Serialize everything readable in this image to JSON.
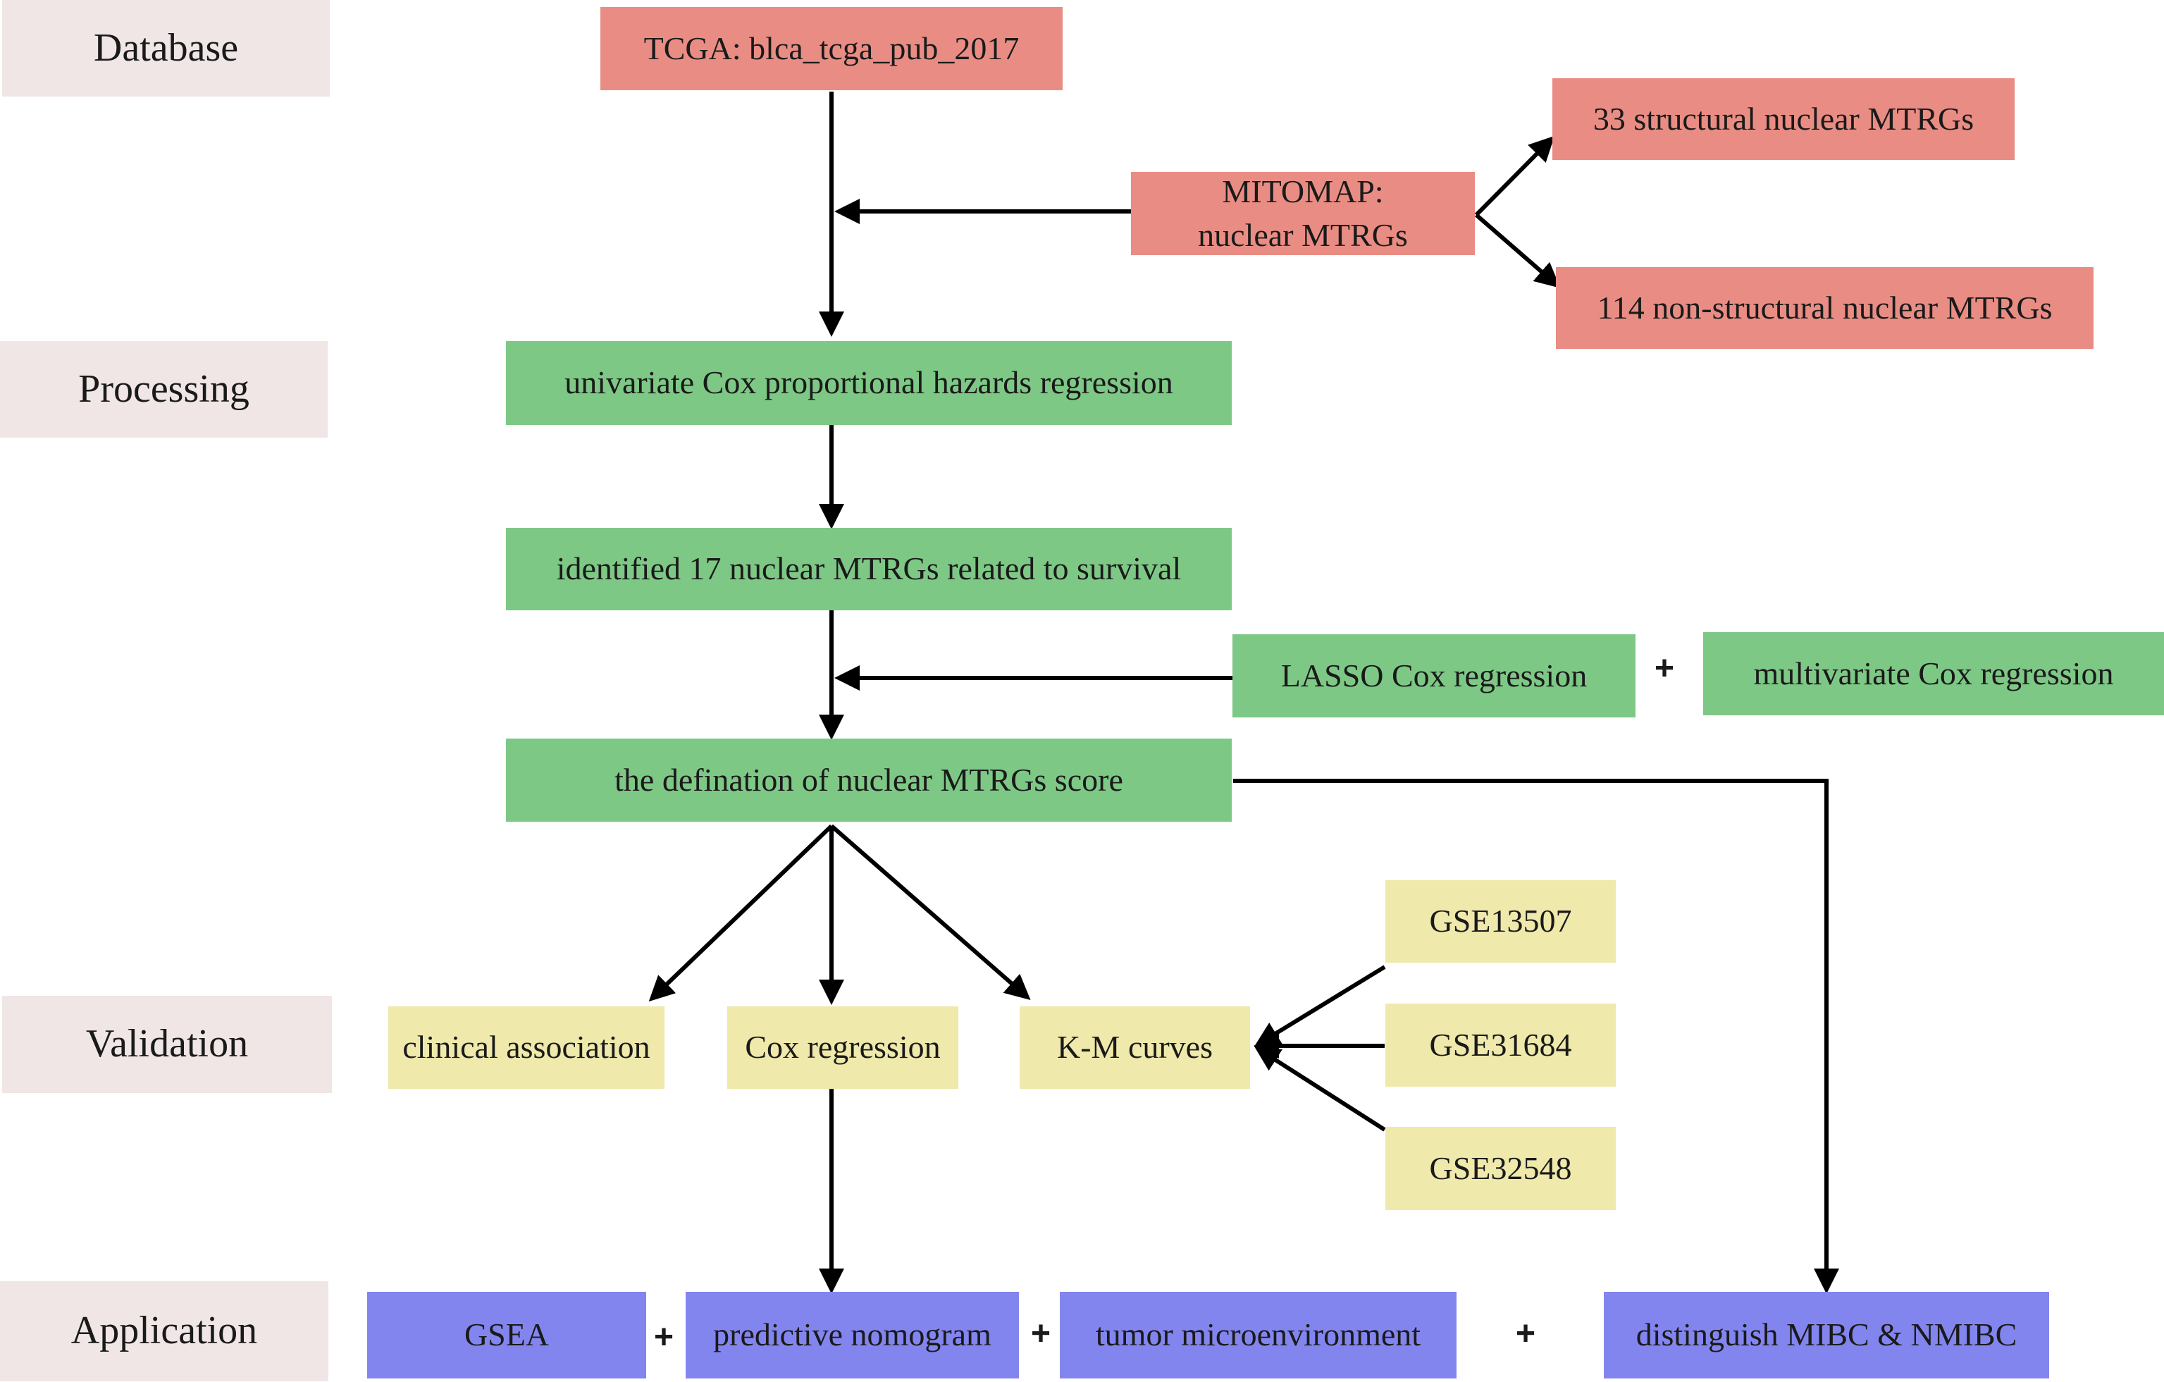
{
  "stages": {
    "database": "Database",
    "processing": "Processing",
    "validation": "Validation",
    "application": "Application"
  },
  "database": {
    "tcga": "TCGA: blca_tcga_pub_2017",
    "mitomap_line1": "MITOMAP:",
    "mitomap_line2": "nuclear MTRGs",
    "structural": "33 structural nuclear MTRGs",
    "nonstructural": "114 non-structural nuclear MTRGs"
  },
  "processing": {
    "univariate": "univariate Cox proportional hazards regression",
    "identified": "identified 17 nuclear MTRGs related to survival",
    "lasso": "LASSO Cox regression",
    "multivariate": "multivariate Cox regression",
    "score": "the defination of nuclear MTRGs score"
  },
  "validation": {
    "clinical": "clinical association",
    "cox": "Cox regression",
    "km": "K-M curves",
    "gse1": "GSE13507",
    "gse2": "GSE31684",
    "gse3": "GSE32548"
  },
  "application": {
    "gsea": "GSEA",
    "nomogram": "predictive nomogram",
    "tme": "tumor microenvironment",
    "mibc": "distinguish MIBC & NMIBC"
  },
  "plus_sign": "+",
  "colors": {
    "stage_bg": "#f0e6e6",
    "database_red": "#e98d84",
    "processing_green": "#7ec886",
    "validation_yellow": "#efe9ab",
    "application_blue": "#8385ef"
  }
}
